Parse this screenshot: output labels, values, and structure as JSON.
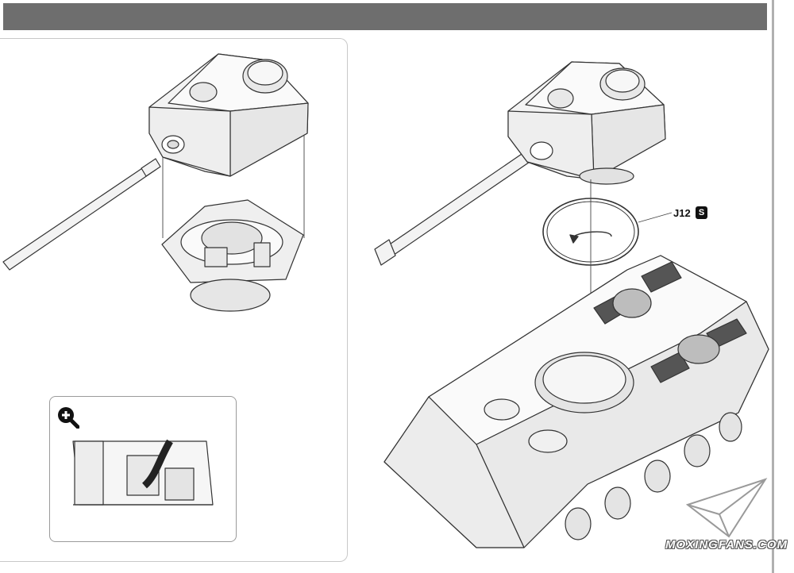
{
  "page": {
    "background": "#ffffff",
    "header_color": "#6e6e6e"
  },
  "callout": {
    "part_number": "J12",
    "badge": "S"
  },
  "watermark": {
    "text": "MOXINGFANS.COM"
  },
  "icons": {
    "zoom": "magnify-plus-icon",
    "rotate": "rotate-arrow-icon"
  }
}
